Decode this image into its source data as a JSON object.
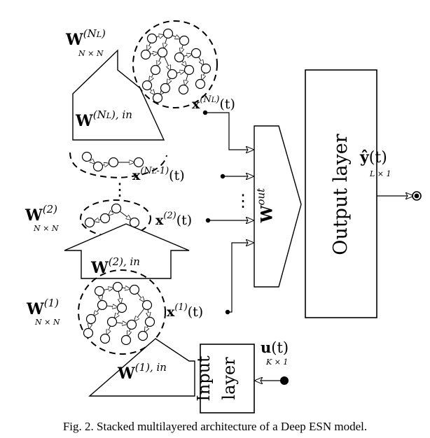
{
  "caption": "Fig. 2.   Stacked multilayered architecture of a Deep ESN model.",
  "blocks": {
    "output_layer": "Output layer",
    "input_layer_line1": "Input",
    "input_layer_line2": "layer"
  },
  "matrices": {
    "w_nl": {
      "base": "W",
      "sup": "(N",
      "sup_sub": "L",
      "sup_close": ")",
      "size": "N × N"
    },
    "w_nl_in": {
      "base": "W",
      "sup": "(N",
      "sup_sub": "L",
      "sup_close": "), in"
    },
    "w_2": {
      "base": "W",
      "sup": "(2)",
      "size": "N × N"
    },
    "w_2_in": {
      "base": "W",
      "sup": "(2), in"
    },
    "w_1": {
      "base": "W",
      "sup": "(1)",
      "size": "N × N"
    },
    "w_1_in": {
      "base": "W",
      "sup": "(1), in"
    },
    "w_out": {
      "base": "W",
      "sup": "out"
    }
  },
  "states": {
    "x_nl": {
      "base": "x",
      "sup": "(N",
      "sup_sub": "L",
      "sup_close": ")",
      "arg": "(t)"
    },
    "x_nl_1": {
      "base": "x",
      "sup": "(N",
      "sup_sub": "L",
      "sup_close": "-1)",
      "arg": "(t)"
    },
    "x_2": {
      "base": "x",
      "sup": "(2)",
      "arg": "(t)"
    },
    "x_1": {
      "base": "x",
      "sup": "(1)",
      "arg": "(t)"
    }
  },
  "io": {
    "y": {
      "base": "ŷ",
      "arg": "(t)",
      "size": "L × 1"
    },
    "u": {
      "base": "u",
      "arg": "(t)",
      "size": "K × 1"
    }
  },
  "ellipsis": "⋮"
}
